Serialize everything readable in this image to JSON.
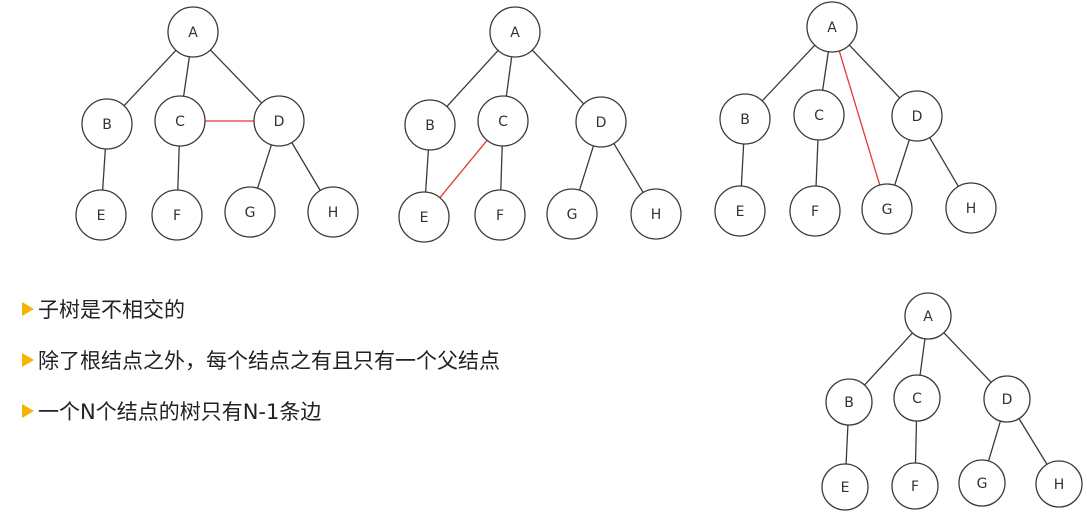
{
  "diagram": {
    "trees": [
      {
        "nodes": [
          "A",
          "B",
          "C",
          "D",
          "E",
          "F",
          "G",
          "H"
        ],
        "edges": [
          [
            "A",
            "B"
          ],
          [
            "A",
            "C"
          ],
          [
            "A",
            "D"
          ],
          [
            "B",
            "E"
          ],
          [
            "C",
            "F"
          ],
          [
            "D",
            "G"
          ],
          [
            "D",
            "H"
          ]
        ],
        "highlight_edges": [
          [
            "C",
            "D"
          ]
        ]
      },
      {
        "nodes": [
          "A",
          "B",
          "C",
          "D",
          "E",
          "F",
          "G",
          "H"
        ],
        "edges": [
          [
            "A",
            "B"
          ],
          [
            "A",
            "C"
          ],
          [
            "A",
            "D"
          ],
          [
            "B",
            "E"
          ],
          [
            "C",
            "F"
          ],
          [
            "D",
            "G"
          ],
          [
            "D",
            "H"
          ]
        ],
        "highlight_edges": [
          [
            "C",
            "E"
          ]
        ]
      },
      {
        "nodes": [
          "A",
          "B",
          "C",
          "D",
          "E",
          "F",
          "G",
          "H"
        ],
        "edges": [
          [
            "A",
            "B"
          ],
          [
            "A",
            "C"
          ],
          [
            "A",
            "D"
          ],
          [
            "B",
            "E"
          ],
          [
            "C",
            "F"
          ],
          [
            "D",
            "G"
          ],
          [
            "D",
            "H"
          ]
        ],
        "highlight_edges": [
          [
            "A",
            "G"
          ]
        ]
      },
      {
        "nodes": [
          "A",
          "B",
          "C",
          "D",
          "E",
          "F",
          "G",
          "H"
        ],
        "edges": [
          [
            "A",
            "B"
          ],
          [
            "A",
            "C"
          ],
          [
            "A",
            "D"
          ],
          [
            "B",
            "E"
          ],
          [
            "C",
            "F"
          ],
          [
            "D",
            "G"
          ],
          [
            "D",
            "H"
          ]
        ],
        "highlight_edges": []
      }
    ],
    "colors": {
      "edge": "#3a3a3a",
      "highlight": "#e53935",
      "bullet_marker": "#f4b400"
    }
  },
  "bullets": [
    {
      "text": "子树是不相交的"
    },
    {
      "text": "除了根结点之外，每个结点之有且只有一个父结点"
    },
    {
      "text": "一个N个结点的树只有N-1条边"
    }
  ]
}
